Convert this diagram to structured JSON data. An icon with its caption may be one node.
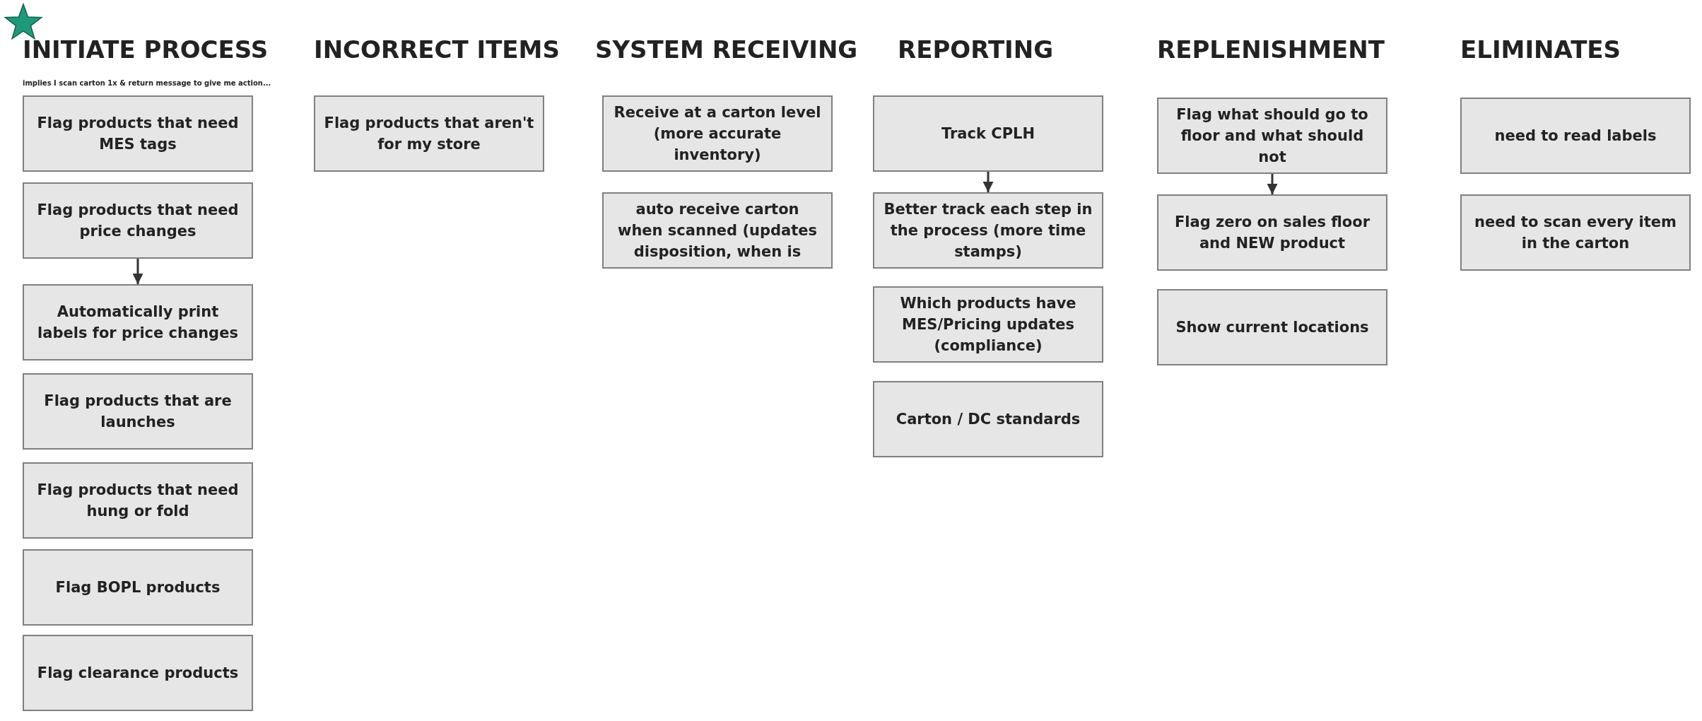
{
  "diagram": {
    "nodes": [
      {
        "text": [
          "Flag products that need MES tags"
        ]
      },
      {
        "text": [
          "Flag products that need price changes"
        ]
      },
      {
        "text": [
          "Automatically print labels for price changes"
        ]
      },
      {
        "text": [
          "Flag products that are launches"
        ]
      },
      {
        "text": [
          "Flag products that need hung or fold"
        ]
      },
      {
        "text": [
          "Flag BOPL products"
        ]
      },
      {
        "text": [
          "Flag clearance products"
        ]
      },
      {
        "text": [
          "Flag products that aren't for my store"
        ]
      },
      {
        "text": [
          "Receive at a carton level (more accurate inventory)"
        ]
      },
      {
        "text": [
          "auto receive carton when scanned (updates disposition, when is"
        ]
      },
      {
        "text": [
          "Track CPLH"
        ]
      },
      {
        "text": [
          "Better track each step in the process (more time stamps)"
        ]
      },
      {
        "text": [
          "Which products have MES/Pricing updates (compliance)"
        ]
      },
      {
        "text": [
          "Carton / DC standards"
        ]
      },
      {
        "text": [
          "Flag what should go to floor and what should not"
        ]
      },
      {
        "text": [
          "Flag zero on sales floor and NEW product"
        ]
      },
      {
        "text": [
          "Show current locations"
        ]
      },
      {
        "text": [
          "need to read labels"
        ]
      },
      {
        "text": [
          "need to scan every item in the carton"
        ]
      }
    ],
    "edges": [
      {
        "from": 1,
        "to": 2,
        "arrow": "to"
      },
      {
        "from": 10,
        "to": 11,
        "arrow": "to"
      },
      {
        "from": 14,
        "to": 15,
        "arrow": "to"
      }
    ],
    "labels": [
      "INITIATE PROCESS",
      "INCORRECT ITEMS",
      "SYSTEM RECEIVING",
      "REPORTING",
      "REPLENISHMENT",
      "ELIMINATES",
      "implies I scan carton 1x & return message to give me action..."
    ]
  }
}
